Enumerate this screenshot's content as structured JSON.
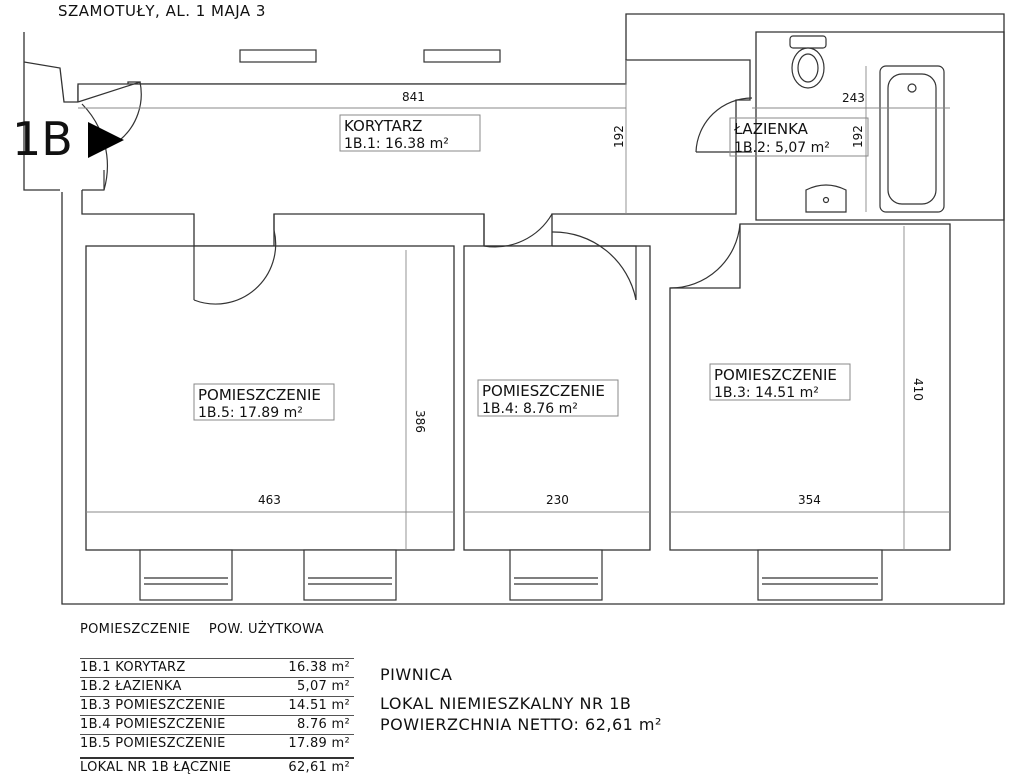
{
  "header": "SZAMOTUŁY, AL. 1 MAJA 3",
  "unit_label": "1B",
  "rooms": [
    {
      "id": "korytarz",
      "name": "KORYTARZ",
      "area": "1B.1: 16.38 m²"
    },
    {
      "id": "lazienka",
      "name": "ŁAZIENKA",
      "area": "1B.2: 5,07 m²"
    },
    {
      "id": "pom3",
      "name": "POMIESZCZENIE",
      "area": "1B.3: 14.51 m²"
    },
    {
      "id": "pom4",
      "name": "POMIESZCZENIE",
      "area": "1B.4: 8.76 m²"
    },
    {
      "id": "pom5",
      "name": "POMIESZCZENIE",
      "area": "1B.5: 17.89 m²"
    }
  ],
  "dimensions": [
    "841",
    "192",
    "243",
    "192",
    "386",
    "463",
    "230",
    "354",
    "410"
  ],
  "table": {
    "col1": "POMIESZCZENIE",
    "col2": "POW. UŻYTKOWA",
    "rows": [
      {
        "label": "1B.1 KORYTARZ",
        "value": "16.38 m²"
      },
      {
        "label": "1B.2 ŁAZIENKA",
        "value": "5,07 m²"
      },
      {
        "label": "1B.3 POMIESZCZENIE",
        "value": "14.51 m²"
      },
      {
        "label": "1B.4 POMIESZCZENIE",
        "value": "8.76 m²"
      },
      {
        "label": "1B.5 POMIESZCZENIE",
        "value": "17.89 m²"
      }
    ],
    "total": {
      "label": "LOKAL NR 1B ŁĄCZNIE",
      "value": "62,61 m²"
    }
  },
  "summary": {
    "line1": "PIWNICA",
    "line2": "LOKAL NIEMIESZKALNY NR 1B",
    "line3": "POWIERZCHNIA NETTO:  62,61 m²"
  }
}
